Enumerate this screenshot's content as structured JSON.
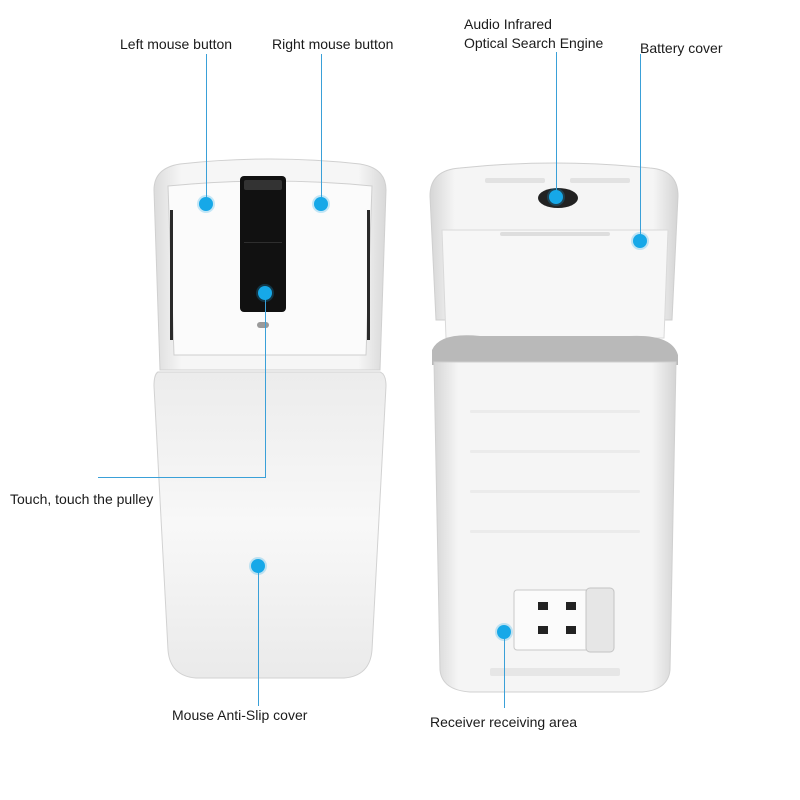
{
  "callouts": {
    "left_button": "Left mouse button",
    "right_button": "Right mouse button",
    "audio_line1": "Audio Infrared",
    "audio_line2": "Optical Search Engine",
    "battery_cover": "Battery cover",
    "touch_pulley": "Touch, touch the pulley",
    "anti_slip": "Mouse Anti-Slip cover",
    "receiver_area": "Receiver receiving area"
  },
  "colors": {
    "accent": "#16a8e8",
    "leader": "#3aa0d8",
    "mouse_body": "#f4f4f4",
    "touch_strip": "#111111"
  },
  "icons": [
    "hotspot-dot",
    "usb-receiver"
  ]
}
